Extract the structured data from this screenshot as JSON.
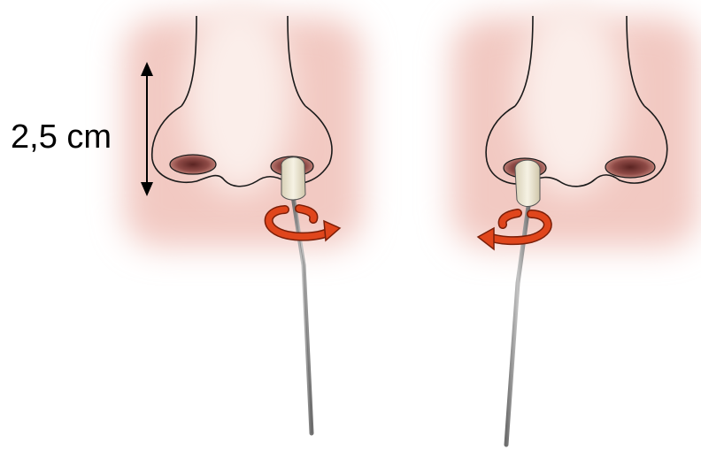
{
  "measurement": {
    "label": "2,5 cm"
  },
  "panels": [
    {
      "nostril": "right-nostril-of-figure",
      "rotation": "clockwise"
    },
    {
      "nostril": "left-nostril-of-figure",
      "rotation": "counterclockwise"
    }
  ],
  "colors": {
    "skin_halo": "#f2c9c2",
    "skin_light": "#fbeeea",
    "nostril": "#8e4a46",
    "outline": "#1a1a1a",
    "swab_tip": "#ece6d2",
    "stick": "#9a9a9a",
    "rotation_arrow": "#e0461c",
    "arrow_outline": "#7a1e08"
  }
}
